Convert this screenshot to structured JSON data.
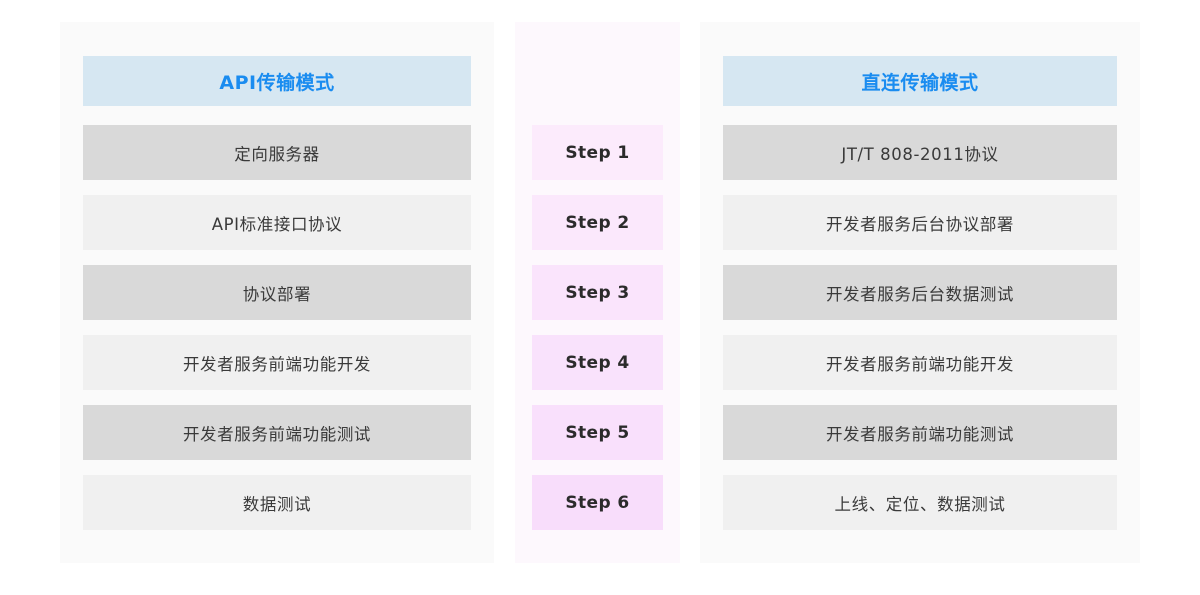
{
  "colors": {
    "header_bg": "#d6e7f2",
    "header_text": "#1a8cf0",
    "row_dark": "#d9d9d9",
    "row_light": "#f0f0f0",
    "panel_bg": "#fafafa",
    "step_panel_bg": "#fdf8fd",
    "step_bg_start": "#fcebfc",
    "step_bg_end": "#f8ddfb",
    "row_text": "#3a3a3a"
  },
  "left_column": {
    "header": "API传输模式",
    "rows": [
      {
        "label": "定向服务器",
        "shade": "dark"
      },
      {
        "label": "API标准接口协议",
        "shade": "light"
      },
      {
        "label": "协议部署",
        "shade": "dark"
      },
      {
        "label": "开发者服务前端功能开发",
        "shade": "light"
      },
      {
        "label": "开发者服务前端功能测试",
        "shade": "dark"
      },
      {
        "label": "数据测试",
        "shade": "light"
      }
    ]
  },
  "step_column": {
    "steps": [
      {
        "label": "Step 1",
        "tone": "s1"
      },
      {
        "label": "Step 2",
        "tone": "s2"
      },
      {
        "label": "Step 3",
        "tone": "s3"
      },
      {
        "label": "Step 4",
        "tone": "s4"
      },
      {
        "label": "Step 5",
        "tone": "s5"
      },
      {
        "label": "Step 6",
        "tone": "s6"
      }
    ]
  },
  "right_column": {
    "header": "直连传输模式",
    "rows": [
      {
        "label": "JT/T 808-2011协议",
        "shade": "dark"
      },
      {
        "label": "开发者服务后台协议部署",
        "shade": "light"
      },
      {
        "label": "开发者服务后台数据测试",
        "shade": "dark"
      },
      {
        "label": "开发者服务前端功能开发",
        "shade": "light"
      },
      {
        "label": "开发者服务前端功能测试",
        "shade": "dark"
      },
      {
        "label": "上线、定位、数据测试",
        "shade": "light"
      }
    ]
  }
}
